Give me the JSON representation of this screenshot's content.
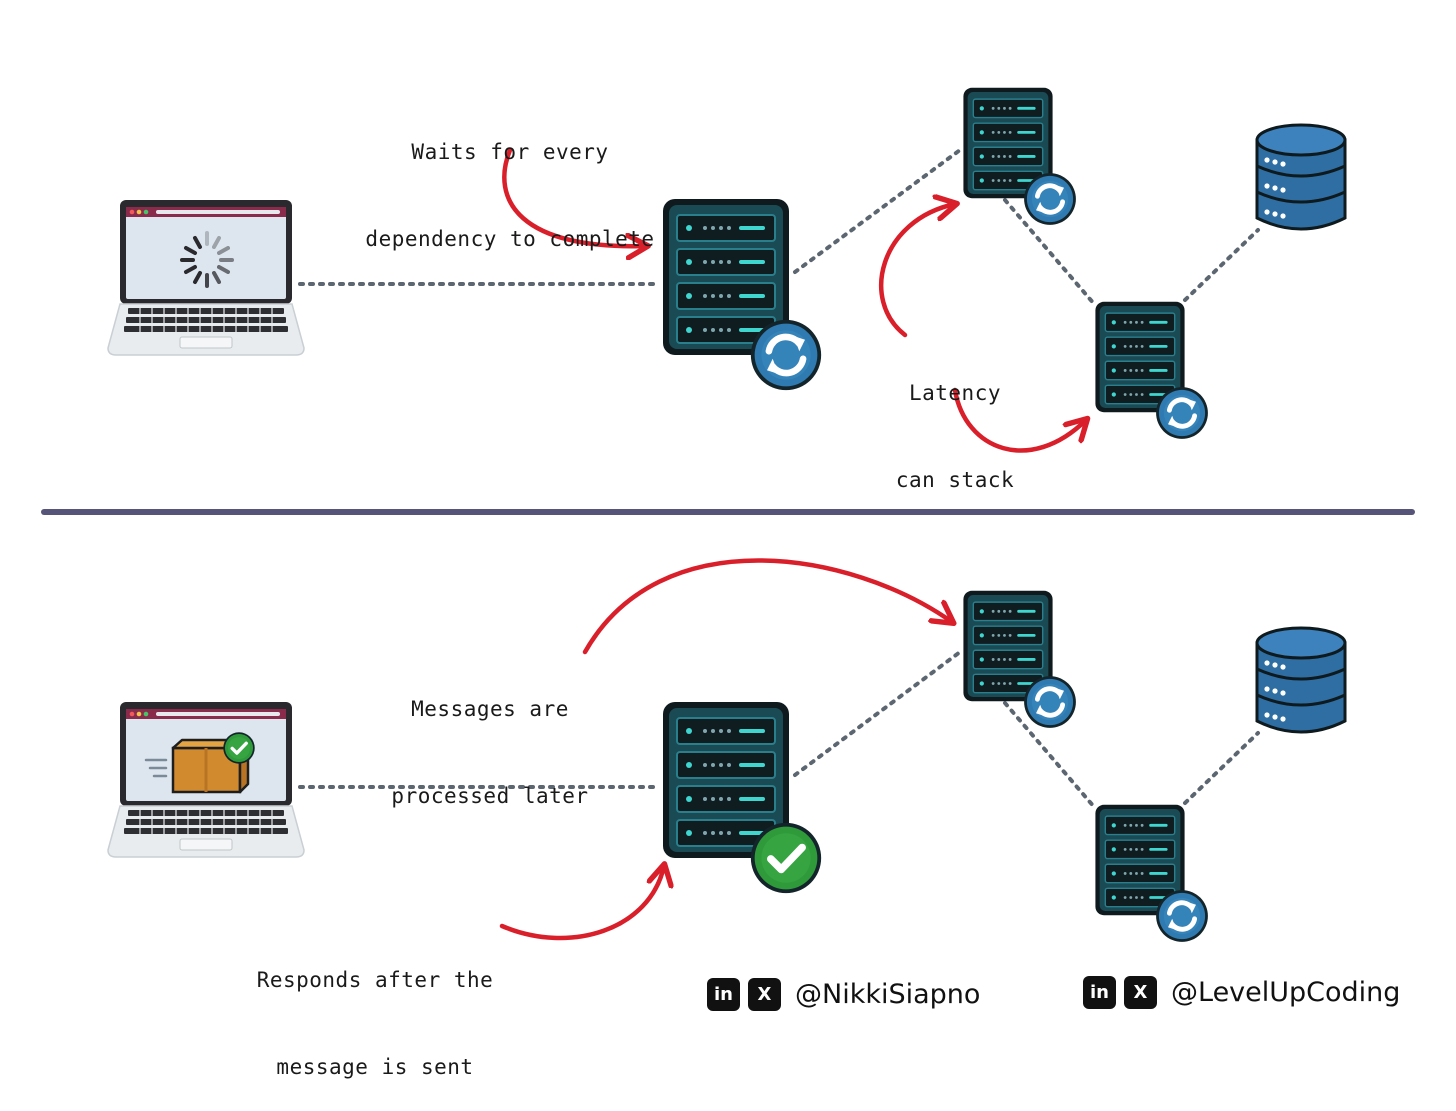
{
  "top_section": {
    "annotation_wait": [
      "Waits for every",
      "dependency to complete"
    ],
    "annotation_latency": [
      "Latency",
      "can stack"
    ]
  },
  "bottom_section": {
    "annotation_messages": [
      "Messages are",
      "processed later"
    ],
    "annotation_responds": [
      "Responds after the",
      "message is sent"
    ]
  },
  "footer": {
    "handles": [
      {
        "linkedin_icon": "in",
        "x_icon": "X",
        "handle": "@NikkiSiapno"
      },
      {
        "linkedin_icon": "in",
        "x_icon": "X",
        "handle": "@LevelUpCoding"
      }
    ]
  },
  "colors": {
    "arrow": "#d91f2a",
    "server_body": "#143a44",
    "server_rack": "#1d5a66",
    "sync_badge": "#2f7ab0",
    "check_badge": "#2f9a3a",
    "database": "#2e6ea3",
    "divider": "#565478",
    "dotted_line": "#5c6670"
  },
  "icons": [
    "laptop-icon",
    "loading-spinner-icon",
    "package-icon",
    "server-icon",
    "sync-icon",
    "check-icon",
    "database-icon",
    "linkedin-icon",
    "x-icon"
  ]
}
